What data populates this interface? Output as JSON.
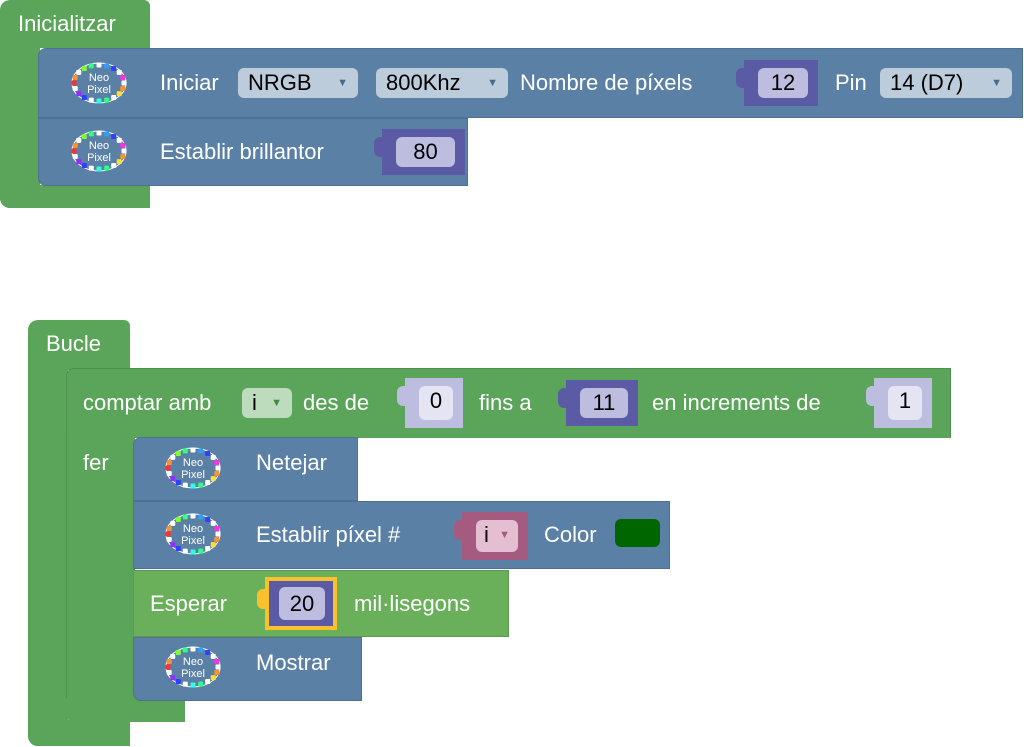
{
  "init_block": {
    "title": "Inicialitzar",
    "begin": {
      "icon": "neopixel-icon",
      "label": "Iniciar",
      "type_dropdown": "NRGB",
      "freq_dropdown": "800Khz",
      "count_label": "Nombre de píxels",
      "count_value": "12",
      "pin_label": "Pin",
      "pin_dropdown": "14 (D7)"
    },
    "brightness": {
      "icon": "neopixel-icon",
      "label": "Establir brillantor",
      "value": "80"
    }
  },
  "loop_block": {
    "title": "Bucle",
    "for": {
      "label": "comptar amb",
      "var": "i",
      "from_label": "des de",
      "from_value": "0",
      "to_label": "fins a",
      "to_value": "11",
      "step_label": "en increments de",
      "step_value": "1",
      "do_label": "fer"
    },
    "clear": {
      "icon": "neopixel-icon",
      "label": "Netejar"
    },
    "set_pixel": {
      "icon": "neopixel-icon",
      "label": "Establir píxel #",
      "var": "i",
      "color_label": "Color",
      "color": "#006600"
    },
    "wait": {
      "label": "Esperar",
      "value": "20",
      "unit": "mil·lisegons"
    },
    "show": {
      "icon": "neopixel-icon",
      "label": "Mostrar"
    }
  },
  "icon_text": {
    "line1": "Neo",
    "line2": "Pixel"
  },
  "colors": {
    "event_green": "#5ba55b",
    "loop_green": "#5ba55b",
    "neopixel_blue": "#5b80a5",
    "math_purple": "#5b5ba5",
    "math_light": "#bdbde0",
    "variable_pink": "#a55b80",
    "highlight": "#fbc02d"
  }
}
